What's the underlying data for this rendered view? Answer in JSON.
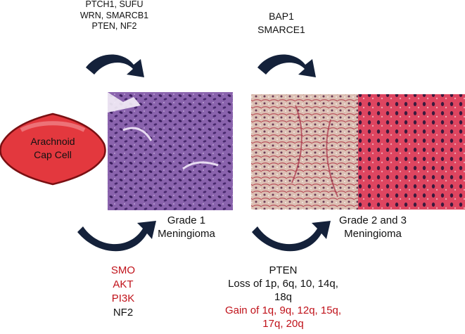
{
  "cell": {
    "label_lines": [
      "Arachnoid",
      "Cap Cell"
    ],
    "fill_color": "#e53a3f",
    "border_color": "#7a0f12"
  },
  "top_left_genes": [
    "PTCH1, SUFU",
    "WRN, SMARCB1",
    "PTEN, NF2"
  ],
  "top_right_genes": [
    "BAP1",
    "SMARCE1"
  ],
  "grade1": {
    "label_lines": [
      "Grade 1",
      "Meningioma"
    ]
  },
  "grade23": {
    "label_lines": [
      "Grade 2 and 3",
      "Meningioma"
    ]
  },
  "bottom_left_genes": [
    {
      "text": "SMO",
      "color": "red"
    },
    {
      "text": "AKT",
      "color": "red"
    },
    {
      "text": "PI3K",
      "color": "red"
    },
    {
      "text": "NF2",
      "color": "black"
    }
  ],
  "bottom_right_genes": [
    {
      "text": "PTEN",
      "color": "black"
    },
    {
      "text": "Loss of 1p, 6q, 10, 14q,",
      "color": "black"
    },
    {
      "text": "18q",
      "color": "black"
    },
    {
      "text": "Gain of 1q, 9q, 12q, 15q,",
      "color": "red"
    },
    {
      "text": "17q, 20q",
      "color": "red"
    }
  ],
  "arrow_color": "#14213a",
  "text_red": "#c0121a",
  "image_colors": {
    "grade1_base": "#7a4f9e",
    "grade23_left_base": "#d8b0a8",
    "grade23_right_base": "#e0506a"
  }
}
